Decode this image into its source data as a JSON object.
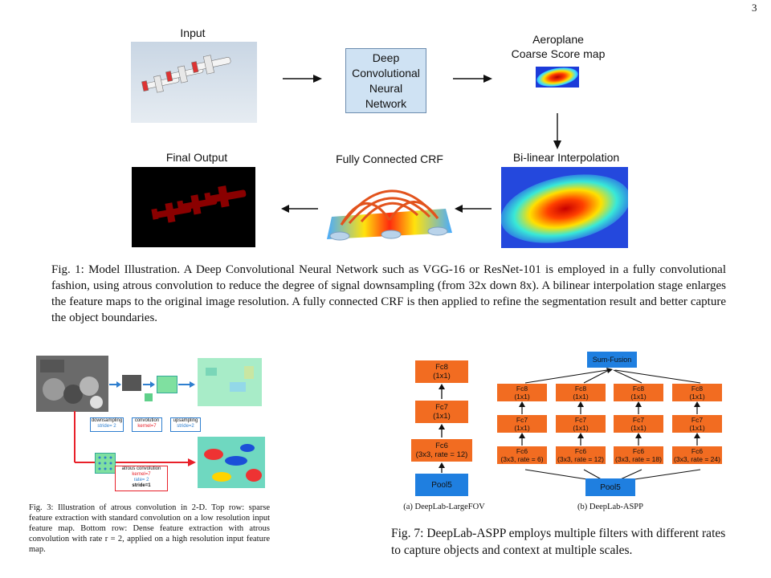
{
  "page_number": "3",
  "fig1": {
    "input_label": "Input",
    "dcnn_lines": [
      "Deep",
      "Convolutional",
      "Neural",
      "Network"
    ],
    "score_label_line1": "Aeroplane",
    "score_label_line2": "Coarse Score map",
    "bilinear_label": "Bi-linear Interpolation",
    "crf_label": "Fully Connected CRF",
    "output_label": "Final Output",
    "caption": "Fig. 1: Model Illustration. A Deep Convolutional Neural Network such as VGG-16 or ResNet-101 is employed in a fully convolutional fashion, using atrous convolution to reduce the degree of signal downsampling (from 32x down 8x). A bilinear interpolation stage enlarges the feature maps to the original image resolution. A fully connected CRF is then applied to refine the segmentation result and better capture the object boundaries."
  },
  "fig3": {
    "box_downsampling": [
      "downsampling",
      "stride= 2"
    ],
    "box_convolution": [
      "convolution",
      "kernel=7"
    ],
    "box_upsampling": [
      "upsampling",
      "stride=2"
    ],
    "box_atrous": [
      "atrous convolution",
      "kernel=7",
      "rate= 2",
      "stride=1"
    ],
    "caption": "Fig. 3: Illustration of atrous convolution in 2-D. Top row: sparse feature extraction with standard convolution on a low resolution input feature map. Bottom row: Dense feature extraction with atrous convolution with rate r = 2, applied on a high resolution input feature map."
  },
  "fig7": {
    "largefov": {
      "fc8": [
        "Fc8",
        "(1x1)"
      ],
      "fc7": [
        "Fc7",
        "(1x1)"
      ],
      "fc6": [
        "Fc6",
        "(3x3, rate = 12)"
      ],
      "pool": "Pool5",
      "sub": "(a) DeepLab-LargeFOV"
    },
    "aspp": {
      "fusion": "Sum-Fusion",
      "fc8": [
        "Fc8",
        "(1x1)"
      ],
      "fc7": [
        "Fc7",
        "(1x1)"
      ],
      "fc6_rates": [
        "(3x3, rate = 6)",
        "(3x3, rate = 12)",
        "(3x3, rate = 18)",
        "(3x3, rate = 24)"
      ],
      "fc6_label": "Fc6",
      "pool": "Pool5",
      "sub": "(b) DeepLab-ASPP"
    },
    "caption": "Fig. 7: DeepLab-ASPP employs multiple filters with different rates to capture objects and context at multiple scales."
  },
  "colors": {
    "orange_box": "#f26c21",
    "blue_box": "#1f7fe0",
    "dcnn_fill": "#cfe2f3",
    "red_atrous": "#e8212a"
  }
}
